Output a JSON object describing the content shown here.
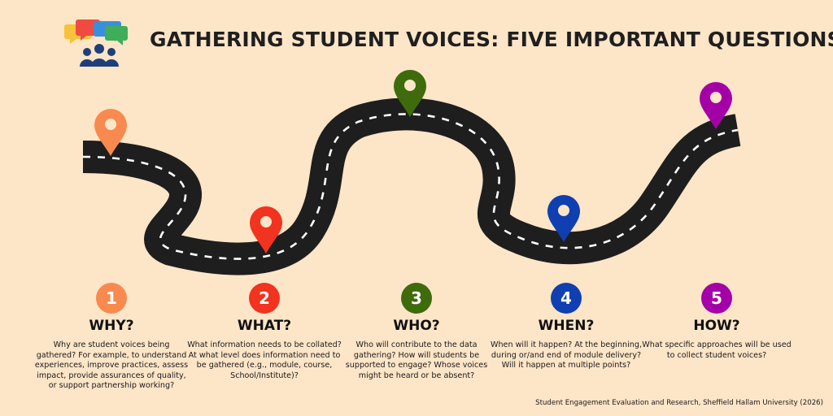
{
  "title": "GATHERING STUDENT VOICES: FIVE IMPORTANT QUESTIONS",
  "logo_icon": "speech-bubbles-group-icon",
  "colors": {
    "background": "#fde5c8",
    "road": "#1e1e1e",
    "road_marking": "#ffffff"
  },
  "steps": [
    {
      "number": "1",
      "heading": "WHY?",
      "description": "Why are student voices being gathered? For example, to understand experiences, improve practices, assess impact, provide assurances of quality, or support partnership working?",
      "color": "#f88a4f",
      "icon": "map-pin-icon"
    },
    {
      "number": "2",
      "heading": "WHAT?",
      "description": "What information needs to be collated? At what level does information need to be gathered (e.g., module, course, School/Institute)?",
      "color": "#f1331f",
      "icon": "map-pin-icon"
    },
    {
      "number": "3",
      "heading": "WHO?",
      "description": "Who will contribute to the data gathering? How will students be supported to engage? Whose voices might be heard or be absent?",
      "color": "#3e6b0c",
      "icon": "map-pin-icon"
    },
    {
      "number": "4",
      "heading": "WHEN?",
      "description": "When will it happen? At the beginning, during or/and end of module delivery? Will it happen at multiple points?",
      "color": "#0f3fb1",
      "icon": "map-pin-icon"
    },
    {
      "number": "5",
      "heading": "HOW?",
      "description": "What specific approaches will be used to collect student voices?",
      "color": "#a400a8",
      "icon": "map-pin-icon"
    }
  ],
  "credit": "Student Engagement Evaluation and Research, Sheffield Hallam University (2026)"
}
